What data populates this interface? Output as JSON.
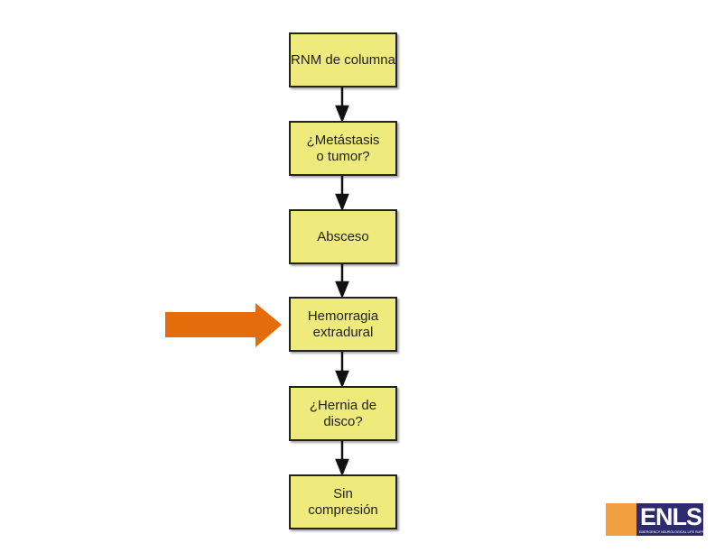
{
  "flowchart": {
    "steps": [
      {
        "label": "RNM de columna"
      },
      {
        "label": "¿Metástasis\no tumor?"
      },
      {
        "label": "Absceso"
      },
      {
        "label": "Hemorragia\nextradural"
      },
      {
        "label": "¿Hernia de\ndisco?"
      },
      {
        "label": "Sin\ncompresión"
      }
    ],
    "highlighted_step": "Hemorragia\nextradural",
    "box_color": "#eeea7c",
    "pointer_color": "#e46c0a"
  },
  "logo": {
    "text": "ENLS",
    "tagline": "EMERGENCY NEUROLOGICAL LIFE SUPPORT",
    "colors": {
      "orange": "#f0a040",
      "navy": "#2e2a6e"
    }
  }
}
